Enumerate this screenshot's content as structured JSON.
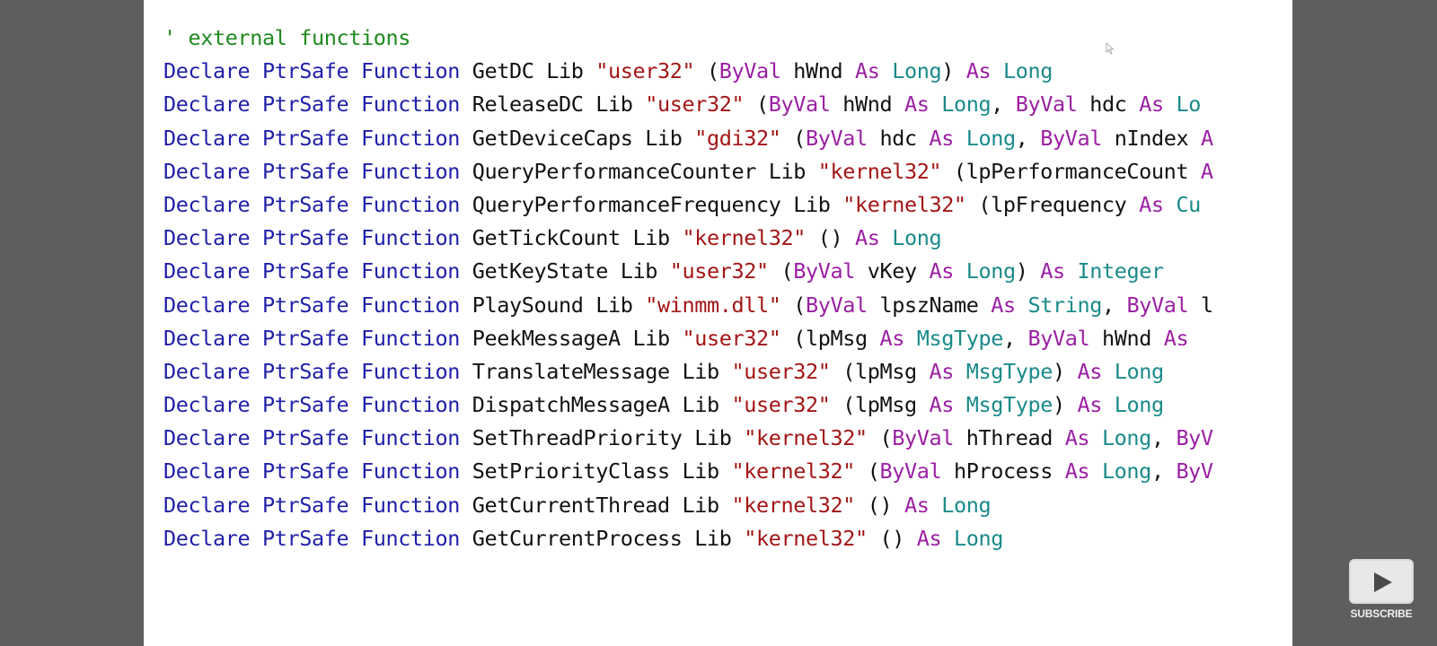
{
  "code": {
    "lines": [
      [
        {
          "t": "' external functions",
          "c": "cm"
        }
      ],
      [
        {
          "t": "Declare",
          "c": "kw"
        },
        {
          "t": " ",
          "c": "pl"
        },
        {
          "t": "PtrSafe",
          "c": "kw"
        },
        {
          "t": " ",
          "c": "pl"
        },
        {
          "t": "Function",
          "c": "kw"
        },
        {
          "t": " GetDC Lib ",
          "c": "pl"
        },
        {
          "t": "\"user32\"",
          "c": "st"
        },
        {
          "t": " (",
          "c": "pl"
        },
        {
          "t": "ByVal",
          "c": "ty"
        },
        {
          "t": " hWnd ",
          "c": "pl"
        },
        {
          "t": "As",
          "c": "ty"
        },
        {
          "t": " ",
          "c": "pl"
        },
        {
          "t": "Long",
          "c": "tp"
        },
        {
          "t": ") ",
          "c": "pl"
        },
        {
          "t": "As",
          "c": "ty"
        },
        {
          "t": " ",
          "c": "pl"
        },
        {
          "t": "Long",
          "c": "tp"
        }
      ],
      [
        {
          "t": "Declare",
          "c": "kw"
        },
        {
          "t": " ",
          "c": "pl"
        },
        {
          "t": "PtrSafe",
          "c": "kw"
        },
        {
          "t": " ",
          "c": "pl"
        },
        {
          "t": "Function",
          "c": "kw"
        },
        {
          "t": " ReleaseDC Lib ",
          "c": "pl"
        },
        {
          "t": "\"user32\"",
          "c": "st"
        },
        {
          "t": " (",
          "c": "pl"
        },
        {
          "t": "ByVal",
          "c": "ty"
        },
        {
          "t": " hWnd ",
          "c": "pl"
        },
        {
          "t": "As",
          "c": "ty"
        },
        {
          "t": " ",
          "c": "pl"
        },
        {
          "t": "Long",
          "c": "tp"
        },
        {
          "t": ", ",
          "c": "pl"
        },
        {
          "t": "ByVal",
          "c": "ty"
        },
        {
          "t": " hdc ",
          "c": "pl"
        },
        {
          "t": "As",
          "c": "ty"
        },
        {
          "t": " ",
          "c": "pl"
        },
        {
          "t": "Lo",
          "c": "tp"
        }
      ],
      [
        {
          "t": "Declare",
          "c": "kw"
        },
        {
          "t": " ",
          "c": "pl"
        },
        {
          "t": "PtrSafe",
          "c": "kw"
        },
        {
          "t": " ",
          "c": "pl"
        },
        {
          "t": "Function",
          "c": "kw"
        },
        {
          "t": " GetDeviceCaps Lib ",
          "c": "pl"
        },
        {
          "t": "\"gdi32\"",
          "c": "st"
        },
        {
          "t": " (",
          "c": "pl"
        },
        {
          "t": "ByVal",
          "c": "ty"
        },
        {
          "t": " hdc ",
          "c": "pl"
        },
        {
          "t": "As",
          "c": "ty"
        },
        {
          "t": " ",
          "c": "pl"
        },
        {
          "t": "Long",
          "c": "tp"
        },
        {
          "t": ", ",
          "c": "pl"
        },
        {
          "t": "ByVal",
          "c": "ty"
        },
        {
          "t": " nIndex ",
          "c": "pl"
        },
        {
          "t": "A",
          "c": "ty"
        }
      ],
      [
        {
          "t": "Declare",
          "c": "kw"
        },
        {
          "t": " ",
          "c": "pl"
        },
        {
          "t": "PtrSafe",
          "c": "kw"
        },
        {
          "t": " ",
          "c": "pl"
        },
        {
          "t": "Function",
          "c": "kw"
        },
        {
          "t": " QueryPerformanceCounter Lib ",
          "c": "pl"
        },
        {
          "t": "\"kernel32\"",
          "c": "st"
        },
        {
          "t": " (lpPerformanceCount ",
          "c": "pl"
        },
        {
          "t": "A",
          "c": "ty"
        }
      ],
      [
        {
          "t": "Declare",
          "c": "kw"
        },
        {
          "t": " ",
          "c": "pl"
        },
        {
          "t": "PtrSafe",
          "c": "kw"
        },
        {
          "t": " ",
          "c": "pl"
        },
        {
          "t": "Function",
          "c": "kw"
        },
        {
          "t": " QueryPerformanceFrequency Lib ",
          "c": "pl"
        },
        {
          "t": "\"kernel32\"",
          "c": "st"
        },
        {
          "t": " (lpFrequency ",
          "c": "pl"
        },
        {
          "t": "As",
          "c": "ty"
        },
        {
          "t": " ",
          "c": "pl"
        },
        {
          "t": "Cu",
          "c": "tp"
        }
      ],
      [
        {
          "t": "Declare",
          "c": "kw"
        },
        {
          "t": " ",
          "c": "pl"
        },
        {
          "t": "PtrSafe",
          "c": "kw"
        },
        {
          "t": " ",
          "c": "pl"
        },
        {
          "t": "Function",
          "c": "kw"
        },
        {
          "t": " GetTickCount Lib ",
          "c": "pl"
        },
        {
          "t": "\"kernel32\"",
          "c": "st"
        },
        {
          "t": " () ",
          "c": "pl"
        },
        {
          "t": "As",
          "c": "ty"
        },
        {
          "t": " ",
          "c": "pl"
        },
        {
          "t": "Long",
          "c": "tp"
        }
      ],
      [
        {
          "t": "Declare",
          "c": "kw"
        },
        {
          "t": " ",
          "c": "pl"
        },
        {
          "t": "PtrSafe",
          "c": "kw"
        },
        {
          "t": " ",
          "c": "pl"
        },
        {
          "t": "Function",
          "c": "kw"
        },
        {
          "t": " GetKeyState Lib ",
          "c": "pl"
        },
        {
          "t": "\"user32\"",
          "c": "st"
        },
        {
          "t": " (",
          "c": "pl"
        },
        {
          "t": "ByVal",
          "c": "ty"
        },
        {
          "t": " vKey ",
          "c": "pl"
        },
        {
          "t": "As",
          "c": "ty"
        },
        {
          "t": " ",
          "c": "pl"
        },
        {
          "t": "Long",
          "c": "tp"
        },
        {
          "t": ") ",
          "c": "pl"
        },
        {
          "t": "As",
          "c": "ty"
        },
        {
          "t": " ",
          "c": "pl"
        },
        {
          "t": "Integer",
          "c": "tp"
        }
      ],
      [
        {
          "t": "Declare",
          "c": "kw"
        },
        {
          "t": " ",
          "c": "pl"
        },
        {
          "t": "PtrSafe",
          "c": "kw"
        },
        {
          "t": " ",
          "c": "pl"
        },
        {
          "t": "Function",
          "c": "kw"
        },
        {
          "t": " PlaySound Lib ",
          "c": "pl"
        },
        {
          "t": "\"winmm.dll\"",
          "c": "st"
        },
        {
          "t": " (",
          "c": "pl"
        },
        {
          "t": "ByVal",
          "c": "ty"
        },
        {
          "t": " lpszName ",
          "c": "pl"
        },
        {
          "t": "As",
          "c": "ty"
        },
        {
          "t": " ",
          "c": "pl"
        },
        {
          "t": "String",
          "c": "tp"
        },
        {
          "t": ", ",
          "c": "pl"
        },
        {
          "t": "ByVal",
          "c": "ty"
        },
        {
          "t": " l",
          "c": "pl"
        }
      ],
      [
        {
          "t": "Declare",
          "c": "kw"
        },
        {
          "t": " ",
          "c": "pl"
        },
        {
          "t": "PtrSafe",
          "c": "kw"
        },
        {
          "t": " ",
          "c": "pl"
        },
        {
          "t": "Function",
          "c": "kw"
        },
        {
          "t": " PeekMessageA Lib ",
          "c": "pl"
        },
        {
          "t": "\"user32\"",
          "c": "st"
        },
        {
          "t": " (lpMsg ",
          "c": "pl"
        },
        {
          "t": "As",
          "c": "ty"
        },
        {
          "t": " ",
          "c": "pl"
        },
        {
          "t": "MsgType",
          "c": "tp"
        },
        {
          "t": ", ",
          "c": "pl"
        },
        {
          "t": "ByVal",
          "c": "ty"
        },
        {
          "t": " hWnd ",
          "c": "pl"
        },
        {
          "t": "As",
          "c": "ty"
        }
      ],
      [
        {
          "t": "Declare",
          "c": "kw"
        },
        {
          "t": " ",
          "c": "pl"
        },
        {
          "t": "PtrSafe",
          "c": "kw"
        },
        {
          "t": " ",
          "c": "pl"
        },
        {
          "t": "Function",
          "c": "kw"
        },
        {
          "t": " TranslateMessage Lib ",
          "c": "pl"
        },
        {
          "t": "\"user32\"",
          "c": "st"
        },
        {
          "t": " (lpMsg ",
          "c": "pl"
        },
        {
          "t": "As",
          "c": "ty"
        },
        {
          "t": " ",
          "c": "pl"
        },
        {
          "t": "MsgType",
          "c": "tp"
        },
        {
          "t": ") ",
          "c": "pl"
        },
        {
          "t": "As",
          "c": "ty"
        },
        {
          "t": " ",
          "c": "pl"
        },
        {
          "t": "Long",
          "c": "tp"
        }
      ],
      [
        {
          "t": "Declare",
          "c": "kw"
        },
        {
          "t": " ",
          "c": "pl"
        },
        {
          "t": "PtrSafe",
          "c": "kw"
        },
        {
          "t": " ",
          "c": "pl"
        },
        {
          "t": "Function",
          "c": "kw"
        },
        {
          "t": " DispatchMessageA Lib ",
          "c": "pl"
        },
        {
          "t": "\"user32\"",
          "c": "st"
        },
        {
          "t": " (lpMsg ",
          "c": "pl"
        },
        {
          "t": "As",
          "c": "ty"
        },
        {
          "t": " ",
          "c": "pl"
        },
        {
          "t": "MsgType",
          "c": "tp"
        },
        {
          "t": ") ",
          "c": "pl"
        },
        {
          "t": "As",
          "c": "ty"
        },
        {
          "t": " ",
          "c": "pl"
        },
        {
          "t": "Long",
          "c": "tp"
        }
      ],
      [
        {
          "t": "Declare",
          "c": "kw"
        },
        {
          "t": " ",
          "c": "pl"
        },
        {
          "t": "PtrSafe",
          "c": "kw"
        },
        {
          "t": " ",
          "c": "pl"
        },
        {
          "t": "Function",
          "c": "kw"
        },
        {
          "t": " SetThreadPriority Lib ",
          "c": "pl"
        },
        {
          "t": "\"kernel32\"",
          "c": "st"
        },
        {
          "t": " (",
          "c": "pl"
        },
        {
          "t": "ByVal",
          "c": "ty"
        },
        {
          "t": " hThread ",
          "c": "pl"
        },
        {
          "t": "As",
          "c": "ty"
        },
        {
          "t": " ",
          "c": "pl"
        },
        {
          "t": "Long",
          "c": "tp"
        },
        {
          "t": ", ",
          "c": "pl"
        },
        {
          "t": "ByV",
          "c": "ty"
        }
      ],
      [
        {
          "t": "Declare",
          "c": "kw"
        },
        {
          "t": " ",
          "c": "pl"
        },
        {
          "t": "PtrSafe",
          "c": "kw"
        },
        {
          "t": " ",
          "c": "pl"
        },
        {
          "t": "Function",
          "c": "kw"
        },
        {
          "t": " SetPriorityClass Lib ",
          "c": "pl"
        },
        {
          "t": "\"kernel32\"",
          "c": "st"
        },
        {
          "t": " (",
          "c": "pl"
        },
        {
          "t": "ByVal",
          "c": "ty"
        },
        {
          "t": " hProcess ",
          "c": "pl"
        },
        {
          "t": "As",
          "c": "ty"
        },
        {
          "t": " ",
          "c": "pl"
        },
        {
          "t": "Long",
          "c": "tp"
        },
        {
          "t": ", ",
          "c": "pl"
        },
        {
          "t": "ByV",
          "c": "ty"
        }
      ],
      [
        {
          "t": "Declare",
          "c": "kw"
        },
        {
          "t": " ",
          "c": "pl"
        },
        {
          "t": "PtrSafe",
          "c": "kw"
        },
        {
          "t": " ",
          "c": "pl"
        },
        {
          "t": "Function",
          "c": "kw"
        },
        {
          "t": " GetCurrentThread Lib ",
          "c": "pl"
        },
        {
          "t": "\"kernel32\"",
          "c": "st"
        },
        {
          "t": " () ",
          "c": "pl"
        },
        {
          "t": "As",
          "c": "ty"
        },
        {
          "t": " ",
          "c": "pl"
        },
        {
          "t": "Long",
          "c": "tp"
        }
      ],
      [
        {
          "t": "Declare",
          "c": "kw"
        },
        {
          "t": " ",
          "c": "pl"
        },
        {
          "t": "PtrSafe",
          "c": "kw"
        },
        {
          "t": " ",
          "c": "pl"
        },
        {
          "t": "Function",
          "c": "kw"
        },
        {
          "t": " GetCurrentProcess Lib ",
          "c": "pl"
        },
        {
          "t": "\"kernel32\"",
          "c": "st"
        },
        {
          "t": " () ",
          "c": "pl"
        },
        {
          "t": "As",
          "c": "ty"
        },
        {
          "t": " ",
          "c": "pl"
        },
        {
          "t": "Long",
          "c": "tp"
        }
      ]
    ]
  },
  "colors": {
    "keyword": "#1f1fa8",
    "modifier": "#9b1fa3",
    "string": "#a31515",
    "type": "#1a8a8a",
    "comment": "#1e8a1e",
    "background": "#ffffff",
    "frame": "#5e5e5e"
  },
  "icons": {
    "cursor": "mouse-pointer-icon",
    "subscribe": "play-button-icon"
  },
  "subscribe": {
    "label": "SUBSCRIBE"
  }
}
